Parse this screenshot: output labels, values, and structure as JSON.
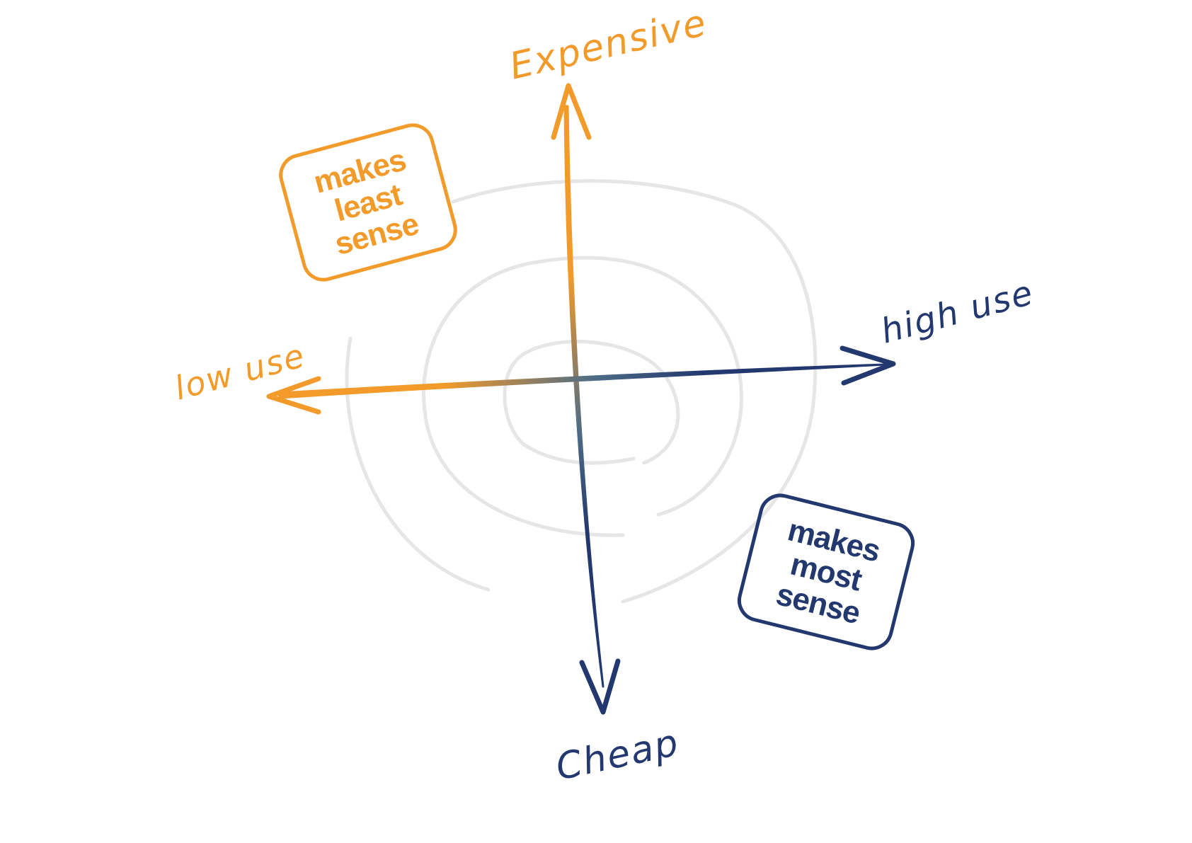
{
  "axes": {
    "top_label": "Expensive",
    "bottom_label": "Cheap",
    "left_label": "low use",
    "right_label": "high use"
  },
  "quadrants": {
    "top_left": {
      "lines": [
        "makes",
        "least",
        "sense"
      ]
    },
    "bottom_right": {
      "lines": [
        "makes",
        "most",
        "sense"
      ]
    }
  },
  "colors": {
    "orange": "#F29A2A",
    "navy": "#22386E",
    "spiral": "#E6E6E6"
  }
}
